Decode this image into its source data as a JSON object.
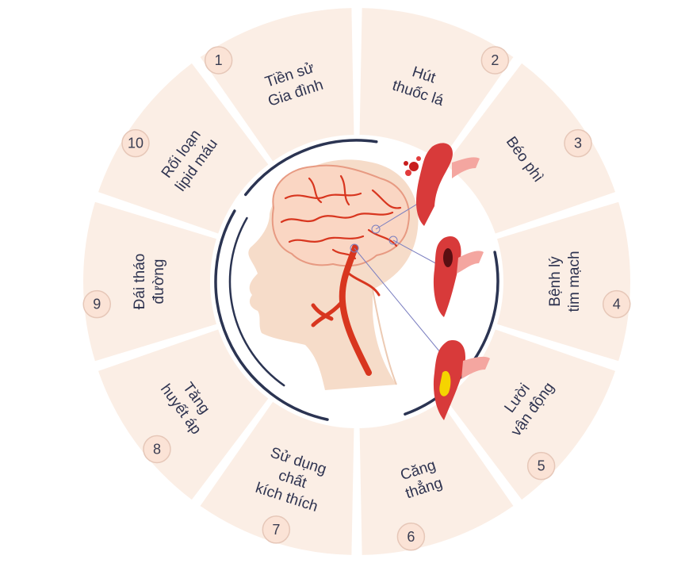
{
  "diagram": {
    "colors": {
      "segment": "#fbeee5",
      "number_badge": "#fbe3d6",
      "number_badge_border": "#e6c7b8",
      "ring": "#2b3452",
      "artery": "#d8361f",
      "skin": "#f6dcc9",
      "plaque": "#f5d400"
    },
    "center_illustration": "brain-with-arteries-head-profile",
    "risk_factors": [
      {
        "number": "1",
        "lines": [
          "Tiền sử",
          "Gia đình"
        ]
      },
      {
        "number": "2",
        "lines": [
          "Hút",
          "thuốc lá"
        ]
      },
      {
        "number": "3",
        "lines": [
          "Béo phì"
        ]
      },
      {
        "number": "4",
        "lines": [
          "Bệnh lý",
          "tim mạch"
        ]
      },
      {
        "number": "5",
        "lines": [
          "Lười",
          "vận động"
        ]
      },
      {
        "number": "6",
        "lines": [
          "Căng",
          "thẳng"
        ]
      },
      {
        "number": "7",
        "lines": [
          "Sử dụng",
          "chất",
          "kích thích"
        ]
      },
      {
        "number": "8",
        "lines": [
          "Tăng",
          "huyết áp"
        ]
      },
      {
        "number": "9",
        "lines": [
          "Đái tháo",
          "đường"
        ]
      },
      {
        "number": "10",
        "lines": [
          "Rối loạn",
          "lipid máu"
        ]
      }
    ]
  }
}
